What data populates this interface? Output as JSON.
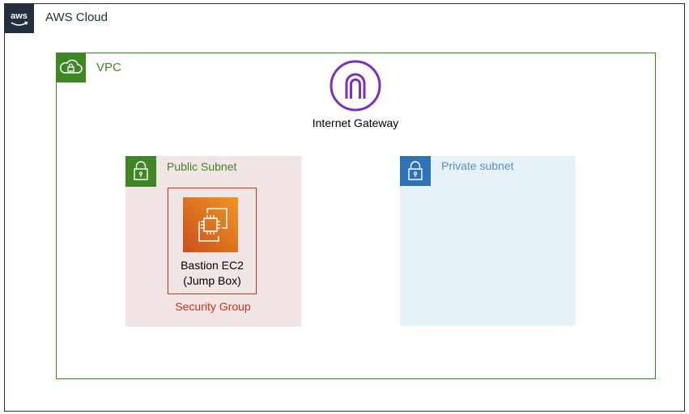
{
  "aws_cloud": {
    "label": "AWS Cloud",
    "logo_text": "aws",
    "color": "#232f3e",
    "icon": "aws-logo-icon"
  },
  "vpc": {
    "label": "VPC",
    "color": "#3f8624",
    "icon": "cloud-lock-icon"
  },
  "internet_gateway": {
    "label": "Internet Gateway",
    "color": "#7b2fbe",
    "icon": "internet-gateway-icon"
  },
  "public_subnet": {
    "label": "Public Subnet",
    "color": "#3f8624",
    "background": "#f2e5e5",
    "icon": "padlock-icon"
  },
  "security_group": {
    "label": "Security Group",
    "color": "#d13212"
  },
  "bastion": {
    "label_line1": "Bastion EC2",
    "label_line2": "(Jump Box)",
    "color": "#e07b24",
    "icon": "ec2-instance-icon"
  },
  "private_subnet": {
    "label": "Private subnet",
    "color": "#2e73b8",
    "background": "#e6f2f8",
    "icon": "padlock-icon"
  }
}
